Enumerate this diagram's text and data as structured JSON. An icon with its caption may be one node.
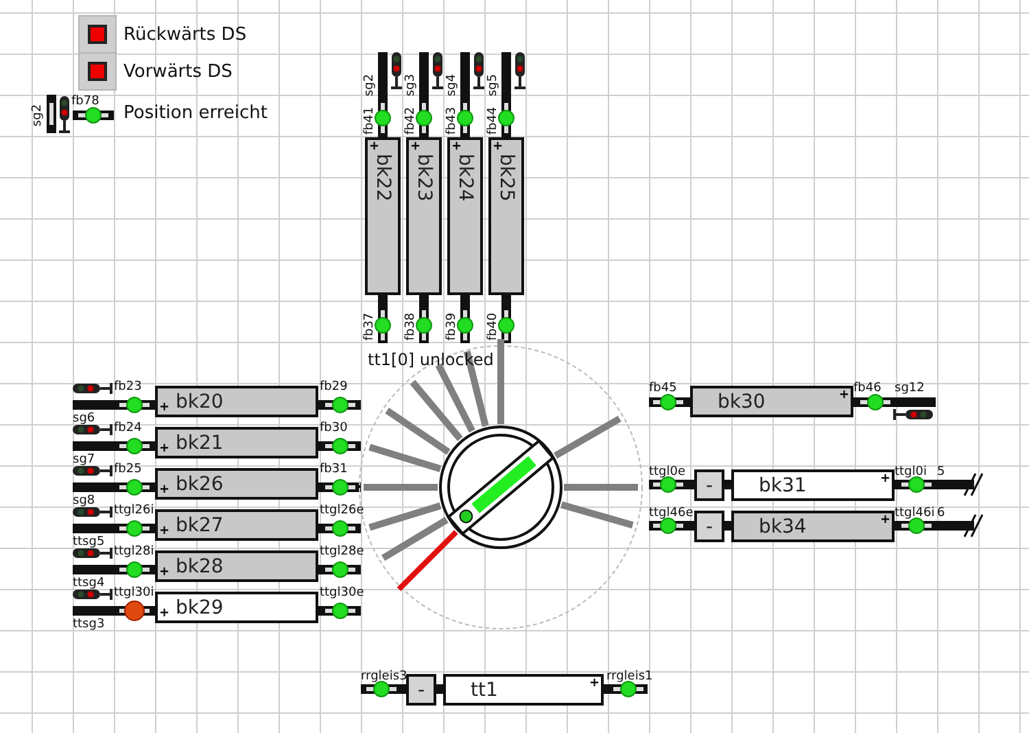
{
  "diagram": {
    "nodes": [
      {
        "text": [
          "+",
          "bk22"
        ]
      },
      {
        "text": [
          "+",
          "bk23"
        ]
      },
      {
        "text": [
          "+",
          "bk24"
        ]
      },
      {
        "text": [
          "+",
          "bk25"
        ]
      },
      {
        "text": [
          "+",
          "bk20"
        ]
      },
      {
        "text": [
          "+",
          "bk21"
        ]
      },
      {
        "text": [
          "+",
          "bk26"
        ]
      },
      {
        "text": [
          "+",
          "bk27"
        ]
      },
      {
        "text": [
          "+",
          "bk28"
        ]
      },
      {
        "text": [
          "+",
          "bk29"
        ]
      },
      {
        "text": [
          "bk30",
          "+"
        ]
      },
      {
        "text": [
          "-"
        ]
      },
      {
        "text": [
          "bk31",
          "+"
        ]
      },
      {
        "text": [
          "-"
        ]
      },
      {
        "text": [
          "bk34",
          "+"
        ]
      },
      {
        "text": [
          "-"
        ]
      },
      {
        "text": [
          "tt1",
          "+"
        ]
      }
    ],
    "labels": [
      "Rückwärts DS",
      "Vorwärts DS",
      "sg2",
      "fb78",
      "Position erreicht",
      "sg2",
      "sg3",
      "sg4",
      "sg5",
      "fb41",
      "fb42",
      "fb43",
      "fb44",
      "fb37",
      "fb38",
      "fb39",
      "fb40",
      "tt1[0] unlocked",
      "fb23",
      "fb29",
      "fb45",
      "fb46",
      "sg12",
      "sg6",
      "fb24",
      "fb30",
      "sg7",
      "fb25",
      "fb31",
      "ttgl0e",
      "ttgl0i",
      "5",
      "sg8",
      "ttgl26i",
      "ttgl26e",
      "ttgl46e",
      "ttgl46i",
      "6",
      "ttsg5",
      "ttgl28i",
      "ttgl28e",
      "ttsg4",
      "ttgl30i",
      "ttgl30e",
      "ttsg3",
      "rrgleis3",
      "rrgleis1"
    ]
  }
}
